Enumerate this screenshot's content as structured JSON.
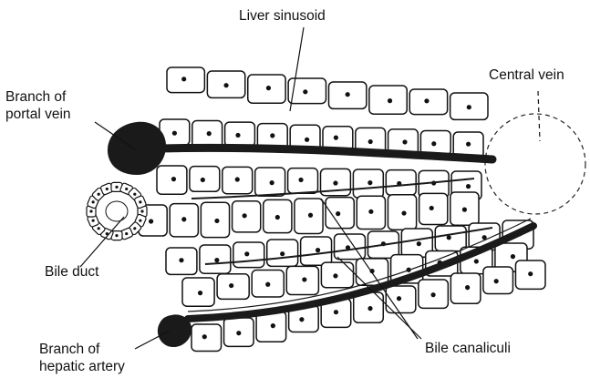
{
  "labels": {
    "liver_sinusoid": "Liver sinusoid",
    "central_vein": "Central vein",
    "portal_vein_line1": "Branch of",
    "portal_vein_line2": "portal vein",
    "bile_duct": "Bile duct",
    "bile_canaliculi": "Bile canaliculi",
    "hepatic_artery_line1": "Branch of",
    "hepatic_artery_line2": "hepatic artery"
  },
  "colors": {
    "ink": "#111111",
    "cell_fill": "#ffffff",
    "vessel_fill": "#1a1a1a"
  }
}
